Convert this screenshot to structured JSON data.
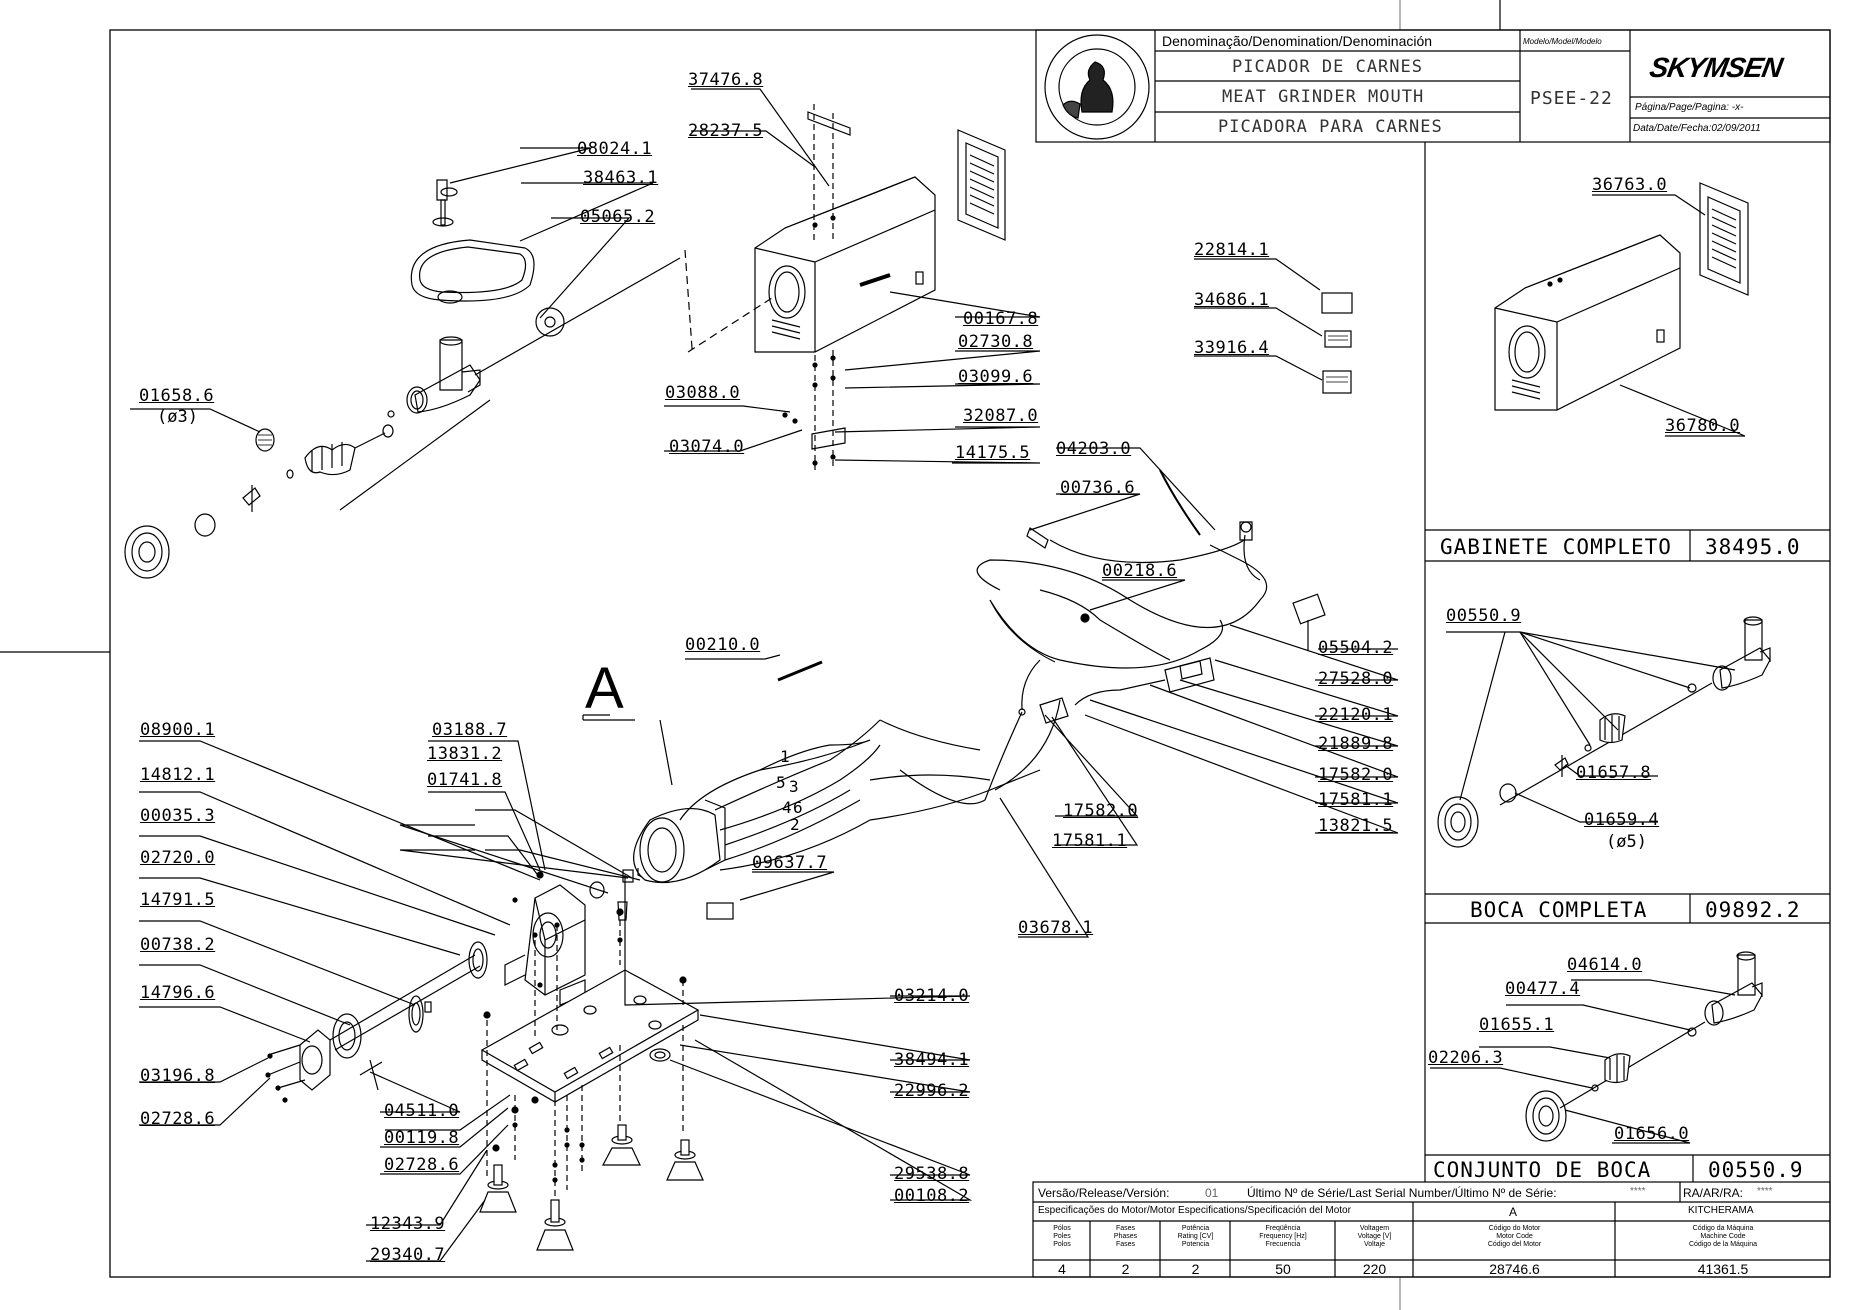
{
  "title_block": {
    "denomination_header": "Denominação/Denomination/Denominación",
    "model_header": "Modelo/Model/Modelo",
    "name_pt": "PICADOR DE CARNES",
    "name_en": "MEAT GRINDER MOUTH",
    "name_es": "PICADORA PARA CARNES",
    "model": "PSEE-22",
    "brand": "SKYMSEN",
    "page_label": "Página/Page/Pagina: -x-",
    "date_label": "Data/Date/Fecha:02/09/2011"
  },
  "main_parts": [
    "37476.8",
    "28237.5",
    "08024.1",
    "38463.1",
    "05065.2",
    "01658.6",
    "00167.8",
    "02730.8",
    "03099.6",
    "03088.0",
    "32087.0",
    "03074.0",
    "14175.5",
    "22814.1",
    "34686.1",
    "33916.4",
    "04203.0",
    "00736.6",
    "00218.6",
    "05504.2",
    "27528.0",
    "00210.0",
    "22120.1",
    "21889.8",
    "17582.0",
    "17581.1",
    "13821.5",
    "17582.0",
    "17581.1",
    "08900.1",
    "03188.7",
    "13831.2",
    "01741.8",
    "14812.1",
    "00035.3",
    "02720.0",
    "09637.7",
    "14791.5",
    "03678.1",
    "00738.2",
    "03214.0",
    "14796.6",
    "38494.1",
    "03196.8",
    "22996.2",
    "04511.0",
    "02728.6",
    "00119.8",
    "02728.6",
    "29538.8",
    "00108.2",
    "12343.9",
    "29340.7"
  ],
  "diameter_01658": "(ø3)",
  "motor_letter": "A",
  "wire_numbers": [
    "1",
    "5",
    "3",
    "4",
    "6",
    "2"
  ],
  "cabinet_panel": {
    "parts": [
      "36763.0",
      "36780.0"
    ],
    "name": "GABINETE COMPLETO",
    "code": "38495.0"
  },
  "mouth_panel": {
    "parts": [
      "00550.9",
      "01657.8",
      "01659.4"
    ],
    "diameter": "(ø5)",
    "name": "BOCA COMPLETA",
    "code": "09892.2"
  },
  "assembly_panel": {
    "parts": [
      "04614.0",
      "00477.4",
      "01655.1",
      "02206.3",
      "01656.0"
    ],
    "name": "CONJUNTO DE BOCA",
    "code": "00550.9"
  },
  "release_block": {
    "version_label": "Versão/Release/Versión:",
    "version": "01",
    "serial_label": "Último Nº de Série/Last Serial Number/Último Nº de Série:",
    "serial": "****",
    "ra_label": "RA/AR/RA:",
    "ra": "****",
    "motor_spec_label": "Especificações do Motor/Motor Especifications/Specificación del Motor",
    "motor_letter": "A",
    "machine_name": "KITCHERAMA",
    "col_headers": [
      "Pólos\nPoles\nPolos",
      "Fases\nPhases\nFases",
      "Potência\nRating [CV]\nPotencia",
      "Freqüência\nFrequency [Hz]\nFrecuencia",
      "Voltagem\nVoltage [V]\nVoltaje",
      "Código do Motor\nMotor Code\nCódigo del Motor",
      "Código da Máquina\nMachine Code\nCódigo de la Máquina"
    ],
    "values": [
      "4",
      "2",
      "2",
      "50",
      "220",
      "28746.6",
      "41361.5"
    ]
  }
}
